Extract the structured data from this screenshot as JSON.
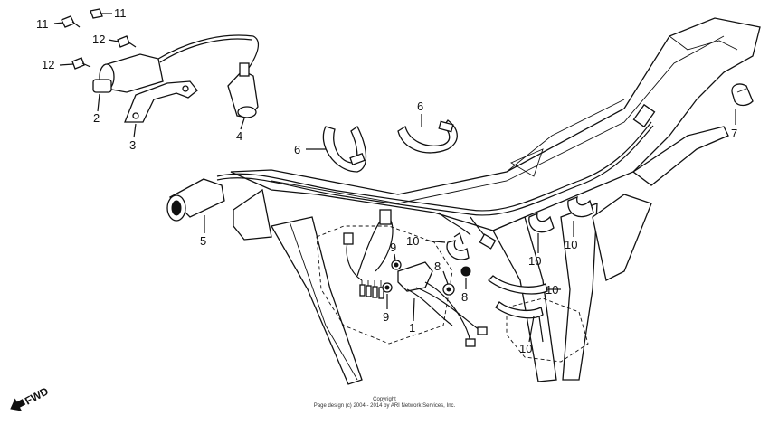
{
  "callouts": {
    "c1": "1",
    "c2": "2",
    "c3": "3",
    "c4": "4",
    "c5": "5",
    "c6a": "6",
    "c6b": "6",
    "c7": "7",
    "c8a": "8",
    "c8b": "8",
    "c9a": "9",
    "c9b": "9",
    "c10a": "10",
    "c10b": "10",
    "c10c": "10",
    "c10d": "10",
    "c10e": "10",
    "c11a": "11",
    "c11b": "11",
    "c12a": "12",
    "c12b": "12"
  },
  "direction": {
    "label": "FWD"
  },
  "copyright": {
    "line1": "Copyright",
    "line2": "Page design (c) 2004 - 2014 by ARI Network Services, Inc."
  }
}
